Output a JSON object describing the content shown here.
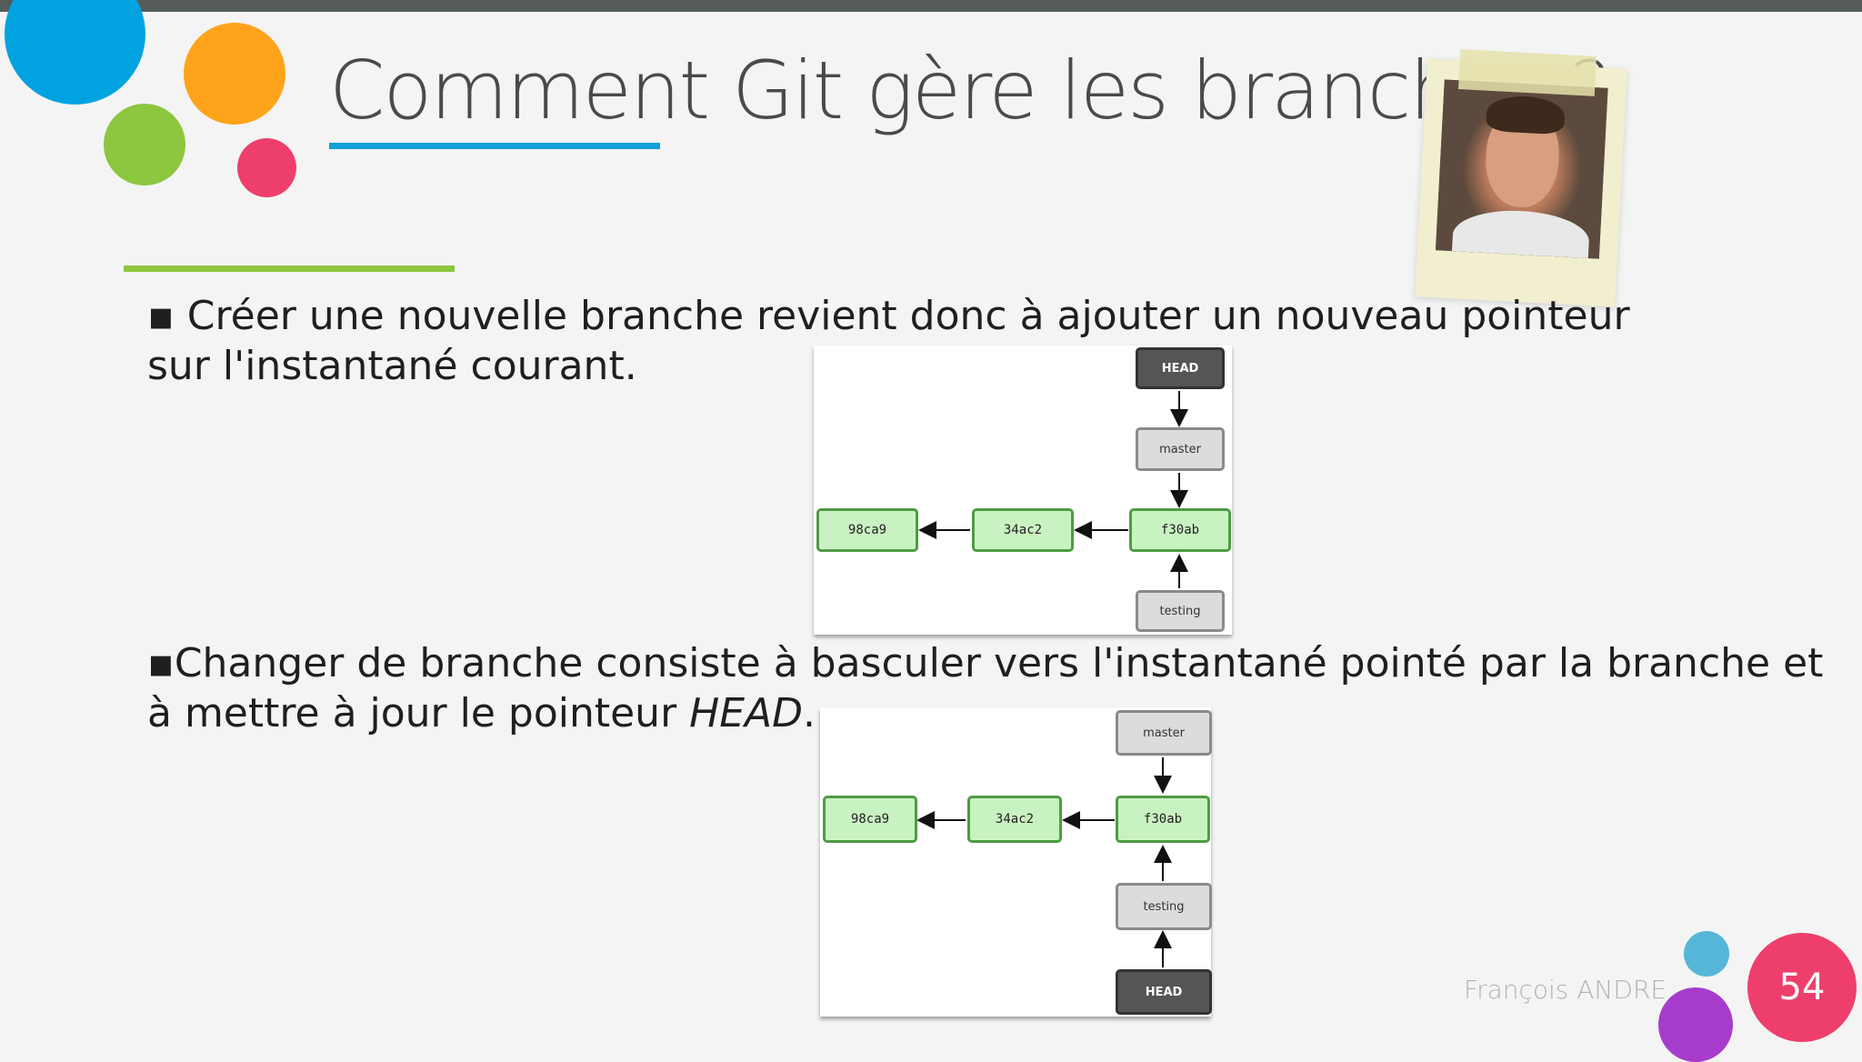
{
  "slide": {
    "title": "Comment Git gère les branches ?",
    "bullet1": "▪ Créer une nouvelle branche revient donc à ajouter un nouveau pointeur sur l'instantané courant.",
    "bullet2_text": "▪Changer de branche consiste à basculer vers l'instantané pointé par la branche et à mettre à jour le pointeur ",
    "bullet2_emphasis": "HEAD",
    "bullet2_end": ".",
    "author": "François ANDRE",
    "page_number": "54"
  },
  "diagram1": {
    "head": "HEAD",
    "branch_master": "master",
    "branch_testing": "testing",
    "commits": [
      "98ca9",
      "34ac2",
      "f30ab"
    ]
  },
  "diagram2": {
    "branch_master": "master",
    "branch_testing": "testing",
    "head": "HEAD",
    "commits": [
      "98ca9",
      "34ac2",
      "f30ab"
    ]
  },
  "colors": {
    "blue": "#00a3e0",
    "orange": "#ffa31a",
    "green": "#8dc63f",
    "pink": "#ee3f6c",
    "light_blue": "#56b6d8",
    "purple": "#a63ccc"
  }
}
